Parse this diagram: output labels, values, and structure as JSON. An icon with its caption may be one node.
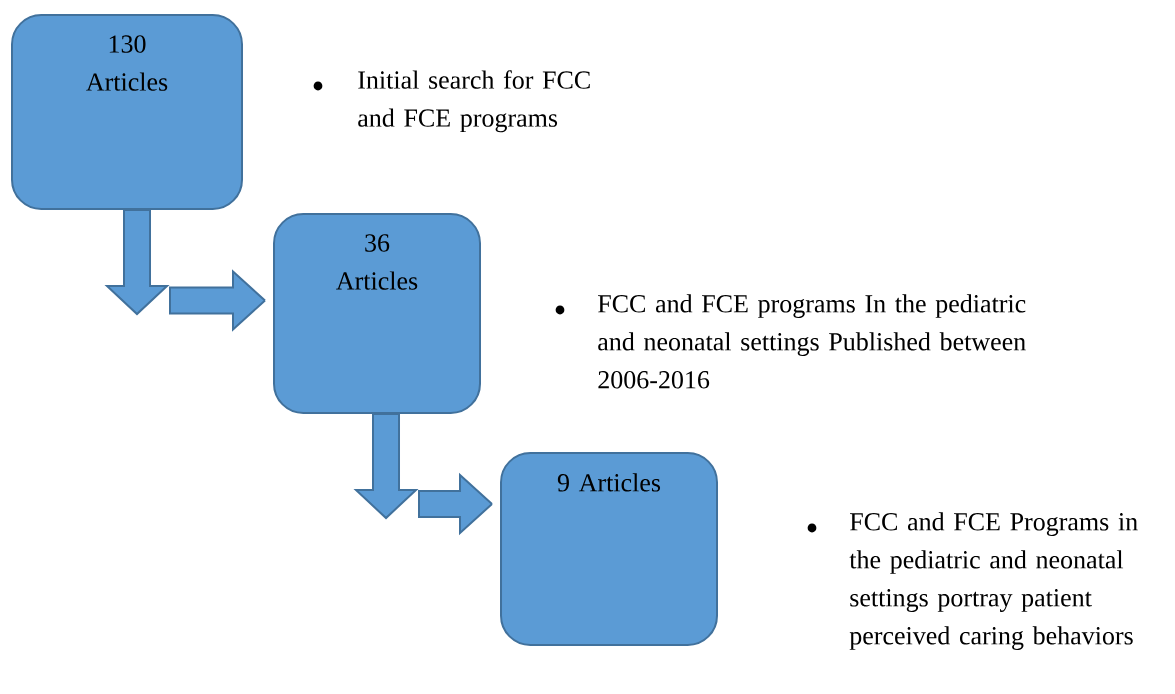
{
  "diagram": {
    "nodes": [
      {
        "text": [
          "130 Articles"
        ]
      },
      {
        "text": [
          "36 Articles"
        ]
      },
      {
        "text": [
          "9 Articles"
        ]
      }
    ],
    "edges": [
      {
        "from": 0,
        "to": 1,
        "arrow": "to"
      },
      {
        "from": 1,
        "to": 2,
        "arrow": "to"
      }
    ],
    "labels": [
      "Initial search for FCC and FCE programs",
      "FCC and FCE programs In the pediatric and neonatal settings Published between 2006-2016",
      "FCC and FCE Programs in the pediatric and neonatal settings portray patient perceived caring behaviors"
    ]
  }
}
